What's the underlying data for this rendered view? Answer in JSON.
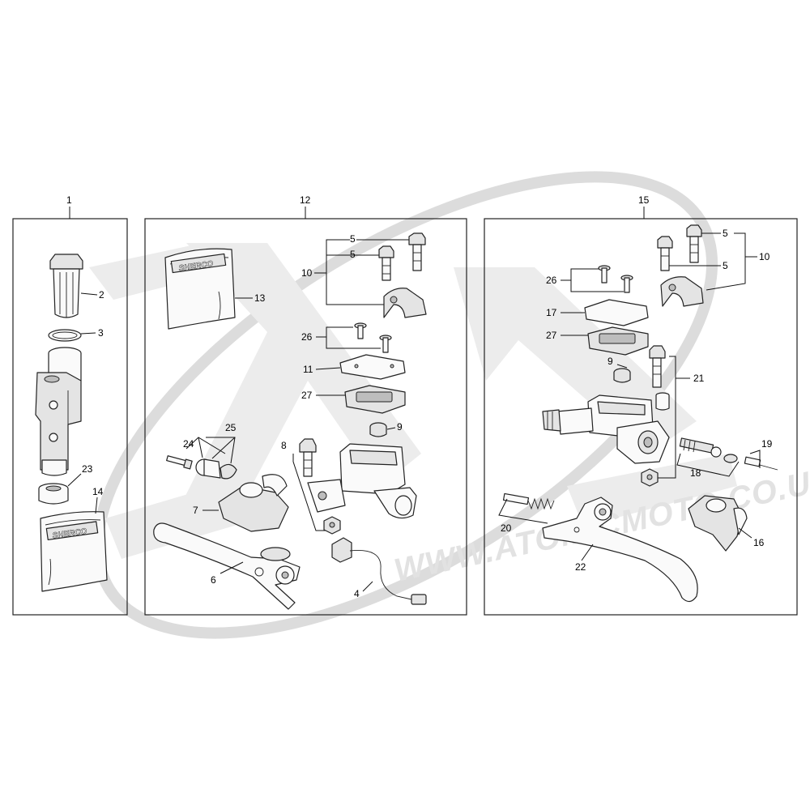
{
  "watermark": {
    "text": "WWW.ATOMICMOTO.CO.UK"
  },
  "groups": [
    {
      "id": "g1",
      "label": "1"
    },
    {
      "id": "g12",
      "label": "12"
    },
    {
      "id": "g15",
      "label": "15"
    }
  ],
  "callouts": {
    "c2": "2",
    "c3": "3",
    "c23": "23",
    "c14": "14",
    "c13": "13",
    "c10a": "10",
    "c5a": "5",
    "c5b": "5",
    "c26a": "26",
    "c11": "11",
    "c27a": "27",
    "c9a": "9",
    "c8": "8",
    "c24": "24",
    "c25": "25",
    "c7": "7",
    "c6": "6",
    "c4": "4",
    "c5c": "5",
    "c5d": "5",
    "c10b": "10",
    "c26b": "26",
    "c17": "17",
    "c27b": "27",
    "c9b": "9",
    "c21": "21",
    "c19": "19",
    "c18": "18",
    "c20": "20",
    "c22": "22",
    "c16": "16"
  },
  "pouch": {
    "brand": "SHERCO"
  }
}
